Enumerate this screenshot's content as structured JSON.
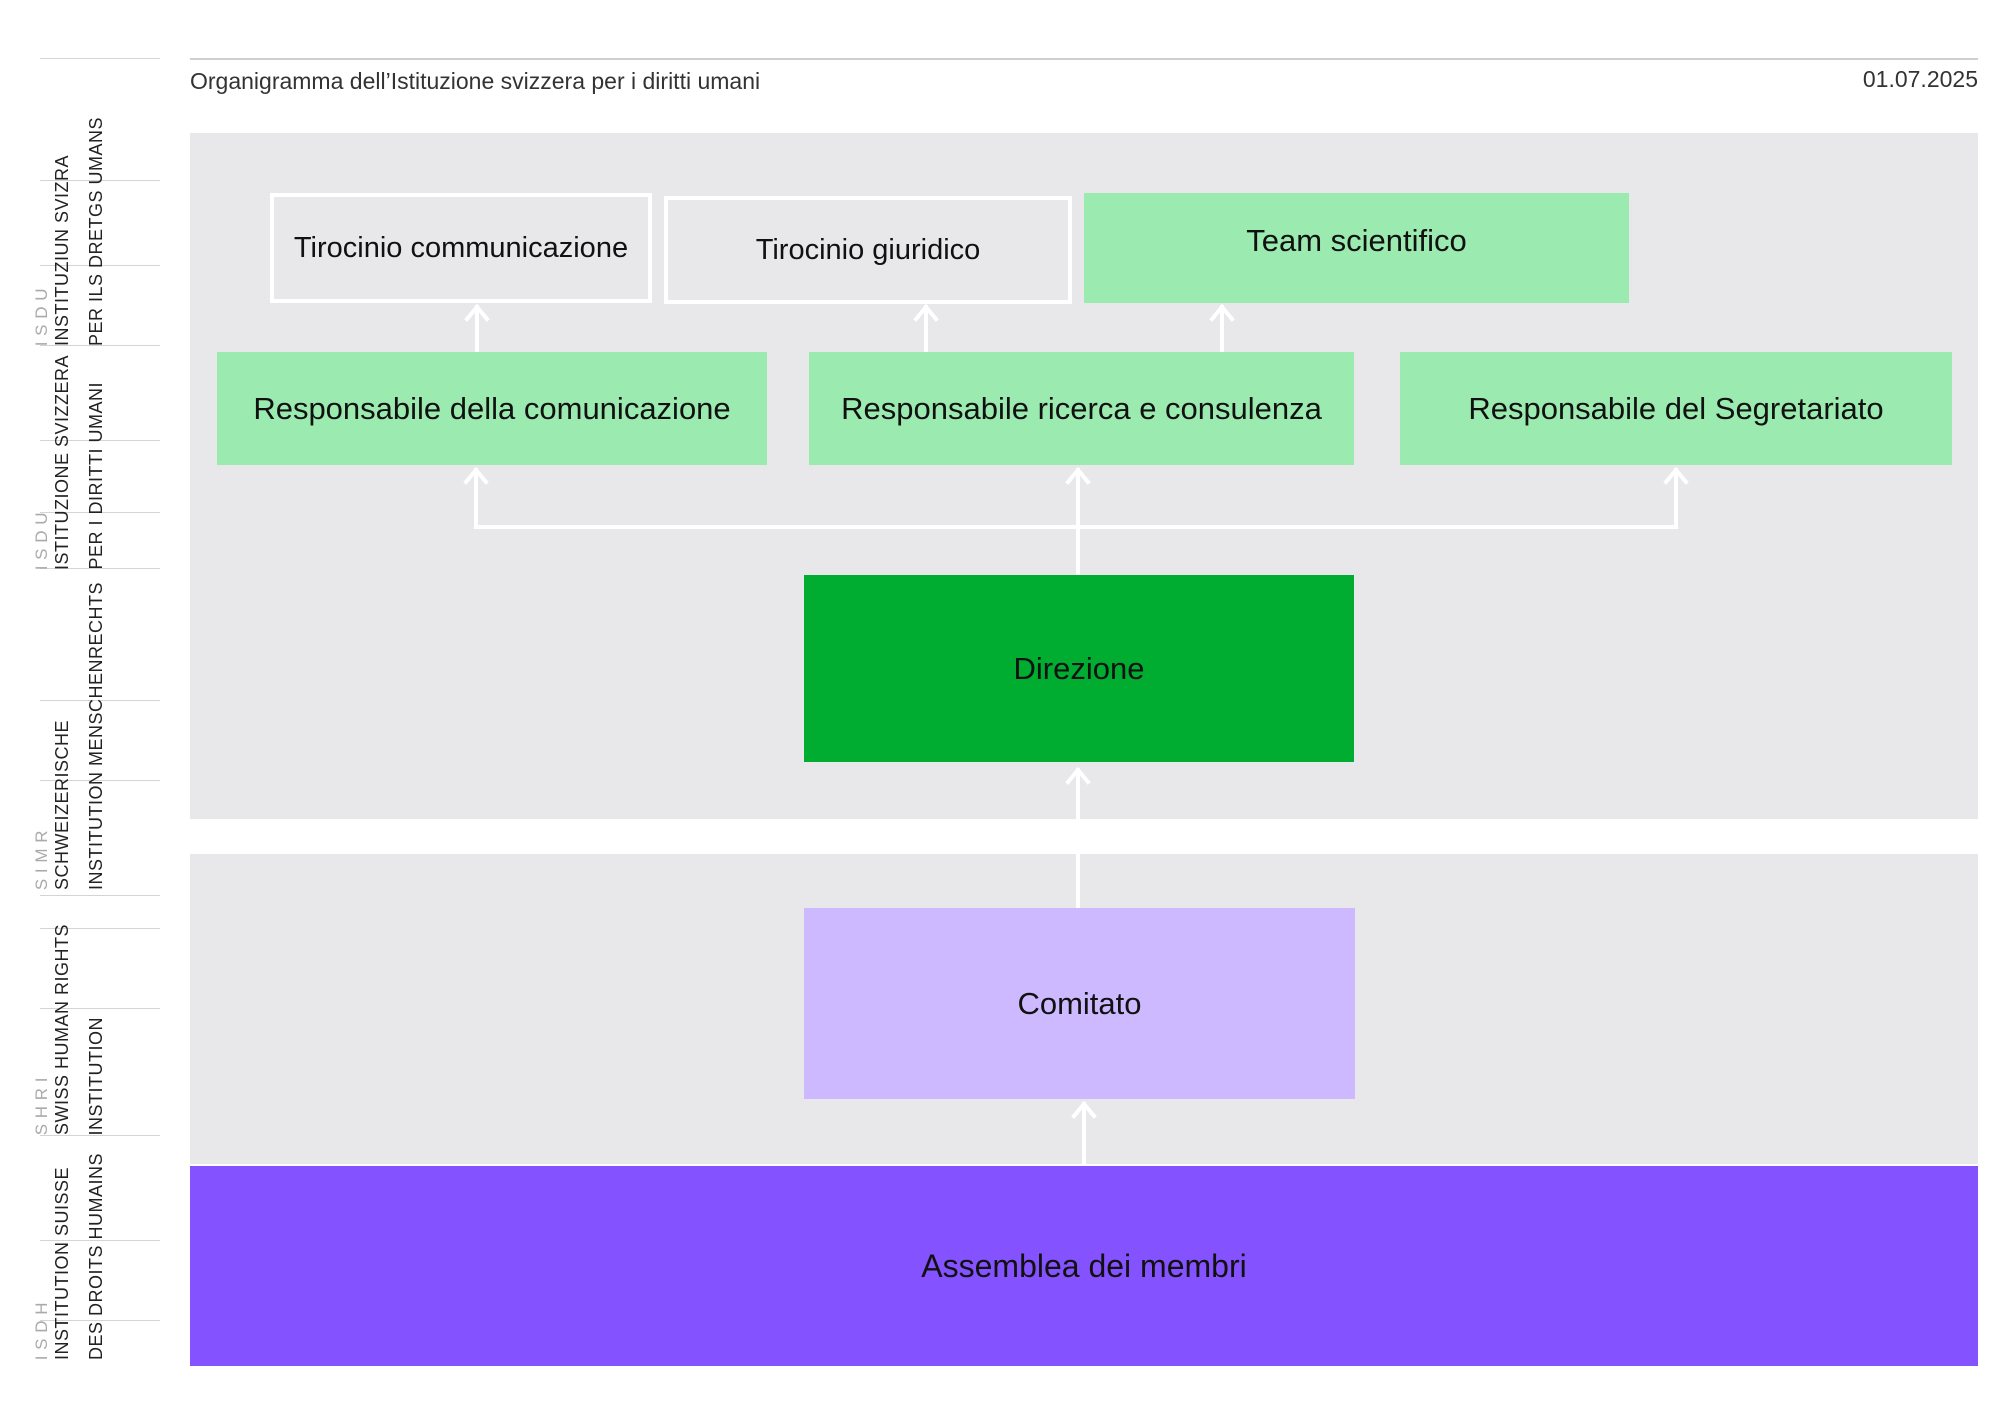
{
  "header": {
    "title": "Organigramma dell’Istituzione svizzera per i diritti umani",
    "date": "01.07.2025"
  },
  "sidebar_logos": [
    {
      "name": "romansh",
      "initials": "I S D U",
      "lines": [
        "INSTITUZIUN SVIZRA",
        "PER ILS DRETGS UMANS"
      ]
    },
    {
      "name": "italian",
      "initials": "I S D U",
      "lines": [
        "ISTITUZIONE SVIZZERA",
        "PER I DIRITTI UMANI"
      ]
    },
    {
      "name": "german",
      "initials": "S I M R",
      "lines": [
        "SCHWEIZERISCHE",
        "INSTITUTION MENSCHENRECHTS"
      ]
    },
    {
      "name": "english",
      "initials": "S H R I",
      "lines": [
        "SWISS HUMAN RIGHTS",
        "INSTITUTION"
      ]
    },
    {
      "name": "french",
      "initials": "I S D H",
      "lines": [
        "INSTITUTION SUISSE",
        "DES DROITS HUMAINS"
      ]
    }
  ],
  "org": {
    "interns": {
      "communication": "Tirocinio communicazione",
      "legal": "Tirocinio giuridico"
    },
    "scientific_team": "Team scientifico",
    "heads": {
      "communication": "Responsabile della comunicazione",
      "research": "Responsabile ricerca e consulenza",
      "secretariat": "Responsabile del Segretariato"
    },
    "direction": "Direzione",
    "committee": "Comitato",
    "assembly": "Assemblea dei membri"
  },
  "colors": {
    "panel": "#e8e8ea",
    "green_light": "#9beaaf",
    "green_dark": "#00ad31",
    "lavender": "#cdb9ff",
    "purple": "#8552ff",
    "connector": "#ffffff"
  }
}
